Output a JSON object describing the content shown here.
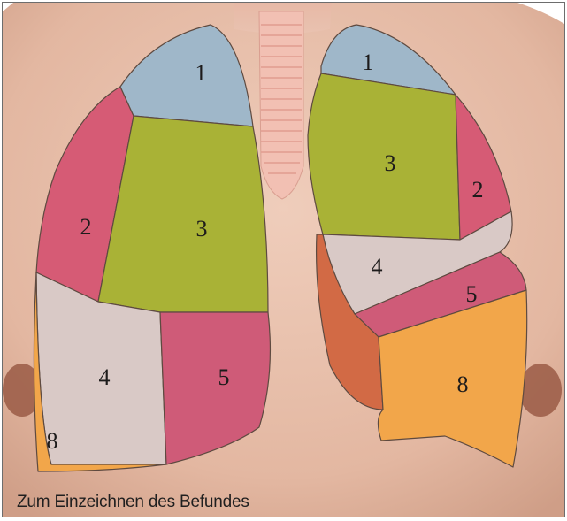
{
  "caption": "Zum Einzeichnen des Befundes",
  "colors": {
    "skin": "#e8c1ad",
    "segment_1": "#9fb7c9",
    "segment_2": "#d65b75",
    "segment_3": "#a9b236",
    "segment_4": "#d9c9c6",
    "segment_5": "#cf5b78",
    "segment_8": "#f2a64a",
    "trachea": "#f2c0b3"
  },
  "right_lung": {
    "seg1": "1",
    "seg2": "2",
    "seg3": "3",
    "seg4": "4",
    "seg5": "5",
    "seg8": "8"
  },
  "left_lung": {
    "seg1": "1",
    "seg2": "2",
    "seg3": "3",
    "seg4": "4",
    "seg5": "5",
    "seg8": "8"
  }
}
